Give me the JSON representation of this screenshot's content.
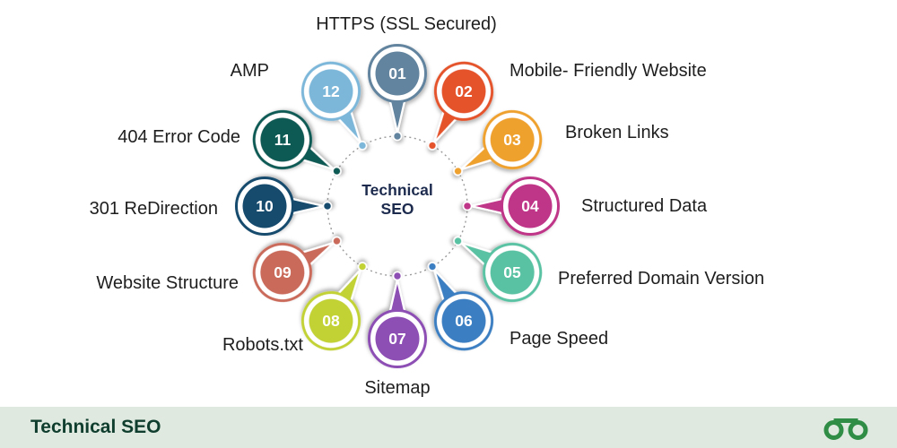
{
  "center": {
    "line1": "Technical",
    "line2": "SEO"
  },
  "items": [
    {
      "num": "01",
      "label": "HTTPS (SSL Secured)",
      "color": "#63849e"
    },
    {
      "num": "02",
      "label": "Mobile- Friendly Website",
      "color": "#e4532a"
    },
    {
      "num": "03",
      "label": "Broken Links",
      "color": "#efa12f"
    },
    {
      "num": "04",
      "label": "Structured Data",
      "color": "#bf3487"
    },
    {
      "num": "05",
      "label": "Preferred Domain Version",
      "color": "#58c2a2"
    },
    {
      "num": "06",
      "label": "Page Speed",
      "color": "#3b7fc2"
    },
    {
      "num": "07",
      "label": "Sitemap",
      "color": "#8e4fb5"
    },
    {
      "num": "08",
      "label": "Robots.txt",
      "color": "#c2d234"
    },
    {
      "num": "09",
      "label": "Website Structure",
      "color": "#ca6a5a"
    },
    {
      "num": "10",
      "label": "301 ReDirection",
      "color": "#174b6e"
    },
    {
      "num": "11",
      "label": "404 Error Code",
      "color": "#0c5a55"
    },
    {
      "num": "12",
      "label": "AMP",
      "color": "#7cb7da"
    }
  ],
  "colors": {
    "dotted_ring": "#9a9a9a",
    "center_text": "#1c2a4d",
    "footer_bg": "#dfe9df",
    "footer_text": "#0f3d2e",
    "logo_green": "#2f8d46"
  },
  "footer": {
    "title": "Technical SEO"
  }
}
